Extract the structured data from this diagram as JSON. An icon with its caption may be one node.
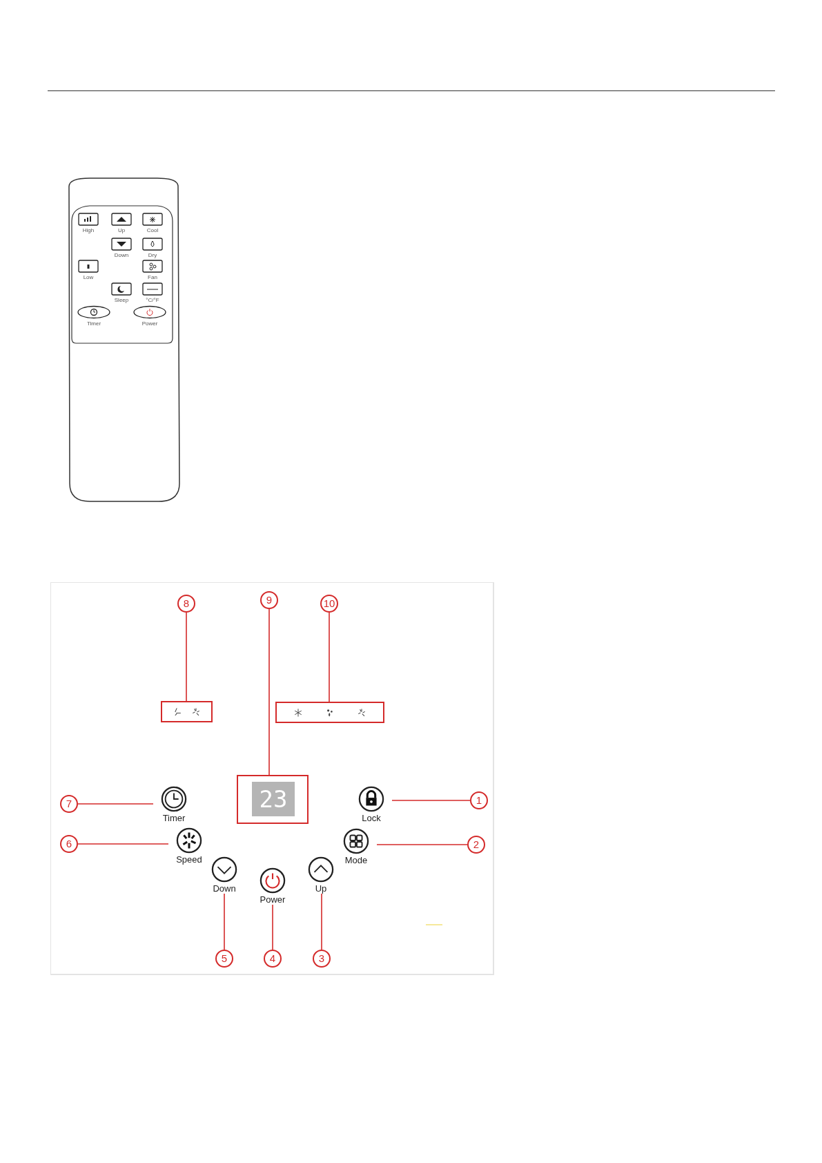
{
  "diagram": {
    "nodes": [
      {
        "text": [
          "8"
        ]
      },
      {
        "text": [
          "9"
        ]
      },
      {
        "text": [
          "10"
        ]
      },
      {
        "text": [],
        "shape": "box"
      },
      {
        "text": [],
        "shape": "box"
      },
      {
        "text": [
          "7"
        ]
      },
      {
        "text": [
          "Timer"
        ]
      },
      {
        "text": [
          "23"
        ]
      },
      {
        "text": [
          "Lock"
        ]
      },
      {
        "text": [
          "1"
        ]
      },
      {
        "text": [
          "6"
        ]
      },
      {
        "text": [
          "Speed"
        ]
      },
      {
        "text": [
          "Mode"
        ]
      },
      {
        "text": [
          "2"
        ]
      },
      {
        "text": [
          "Down"
        ]
      },
      {
        "text": [
          "Power"
        ]
      },
      {
        "text": [
          "Up"
        ]
      },
      {
        "text": [
          "5"
        ]
      },
      {
        "text": [
          "4"
        ]
      },
      {
        "text": [
          "3"
        ]
      }
    ],
    "edges": [
      {
        "from": 0,
        "to": 3,
        "arrow": "none"
      },
      {
        "from": 1,
        "to": 7,
        "arrow": "none"
      },
      {
        "from": 2,
        "to": 4,
        "arrow": "none"
      },
      {
        "from": 5,
        "to": 6,
        "arrow": "none"
      },
      {
        "from": 9,
        "to": 8,
        "arrow": "none"
      },
      {
        "from": 10,
        "to": 11,
        "arrow": "none"
      },
      {
        "from": 13,
        "to": 12,
        "arrow": "none"
      },
      {
        "from": 17,
        "to": 14,
        "arrow": "none"
      },
      {
        "from": 18,
        "to": 15,
        "arrow": "none"
      },
      {
        "from": 19,
        "to": 16,
        "arrow": "none"
      }
    ],
    "labels": [
      "High",
      "Up",
      "Cool",
      "Down",
      "Dry",
      "Low",
      "Fan",
      "Sleep",
      "°C/°F",
      "Timer",
      "Power"
    ]
  }
}
